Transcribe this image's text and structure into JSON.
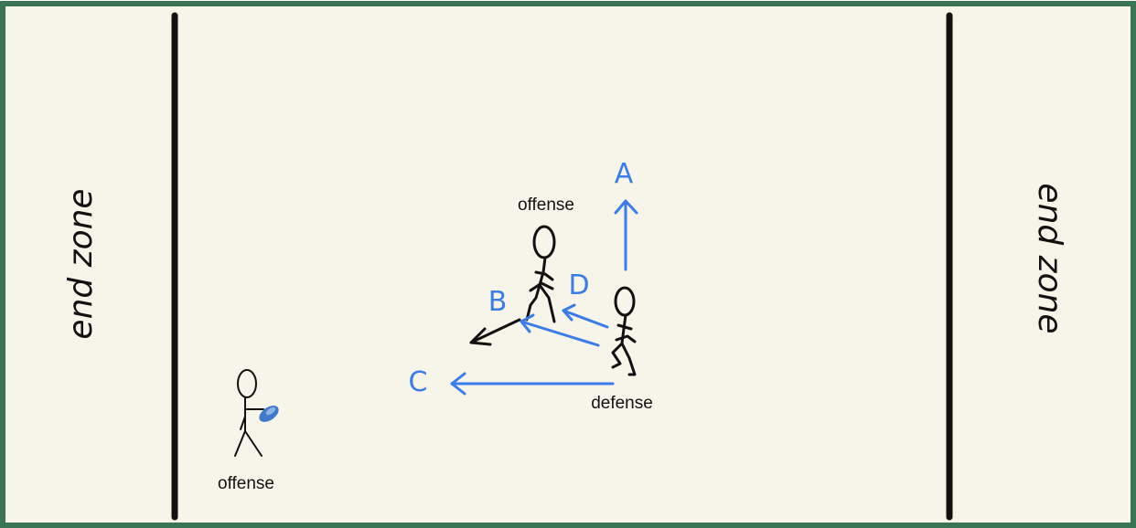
{
  "colors": {
    "field_bg": "#f7f5ea",
    "field_border": "#3a7556",
    "line": "#111111",
    "route": "#3a7ce8",
    "disc": "#3f79c9"
  },
  "left_endzone": {
    "label": "end zone"
  },
  "right_endzone": {
    "label": "end zone"
  },
  "players": {
    "offense_thrower": {
      "label": "offense"
    },
    "offense_cutter": {
      "label": "offense"
    },
    "defender": {
      "label": "defense"
    }
  },
  "routes": {
    "a": {
      "label": "A"
    },
    "b": {
      "label": "B"
    },
    "c": {
      "label": "C"
    },
    "d": {
      "label": "D"
    }
  },
  "disc": {
    "icon": "frisbee-icon"
  }
}
